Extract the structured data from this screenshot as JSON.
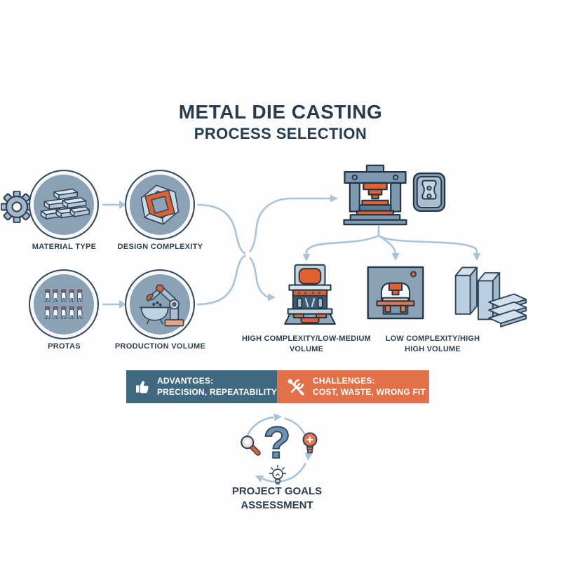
{
  "title": {
    "line1": "METAL DIE CASTING",
    "line2": "PROCESS SELECTION"
  },
  "inputs": [
    {
      "id": "material-type",
      "label": "MATERIAL TYPE"
    },
    {
      "id": "design-complexity",
      "label": "DESIGN COMPLEXITY"
    },
    {
      "id": "protas",
      "label": "PROTAS"
    },
    {
      "id": "production-volume",
      "label": "PRODUCTION VOLUME"
    }
  ],
  "outcomes": [
    {
      "label": "HIGH COMPLEXITY/LOW-MEDIUM VOLUME"
    },
    {
      "label": "LOW COMPLEXITY/HIGH HIGH VOLUME"
    },
    {
      "label": ""
    }
  ],
  "banner": {
    "advantages": {
      "heading": "ADVANTGES:",
      "detail": "PRECISION, REPEATABILITY",
      "color": "#40687f"
    },
    "challenges": {
      "heading": "CHALLENGES:",
      "detail": "COST, WASTE, WRONG FIT",
      "color": "#e2714a"
    }
  },
  "assessment": {
    "symbol": "?",
    "line1": "PROJECT GOALS",
    "line2": "ASSESSMENT"
  },
  "icons": {
    "gear-icon": "gear",
    "metal-ingots-icon": "stacked metal ingots",
    "interlocked-shapes-icon": "interlocked hexagon and orange square",
    "parts-grid-icon": "grid of ten small parts",
    "robot-arm-crucible-icon": "robot arm over crucible",
    "die-casting-press-icon": "die casting press",
    "mold-die-icon": "mold plate with cavities",
    "hot-chamber-machine-icon": "hot chamber die casting machine",
    "cold-chamber-machine-icon": "cold chamber die casting machine",
    "metal-stock-icon": "metal slabs and plates",
    "thumbs-up-icon": "thumbs up",
    "crossed-tools-icon": "crossed wrench and screwdriver",
    "magnifier-icon": "magnifying glass",
    "idea-bulb-icon": "orange lightbulb",
    "sketch-bulb-icon": "outlined lightbulb",
    "cycle-arrows-icon": "circular arrows"
  },
  "palette": {
    "navy": "#263c52",
    "label_navy": "#2e3f51",
    "steel_blue": "#7e99b0",
    "circle_fill": "#8ba1b6",
    "orange": "#e0602f",
    "arrow_blue": "#a9c3d9",
    "banner_blue": "#40687f",
    "banner_orange": "#e2714a"
  }
}
